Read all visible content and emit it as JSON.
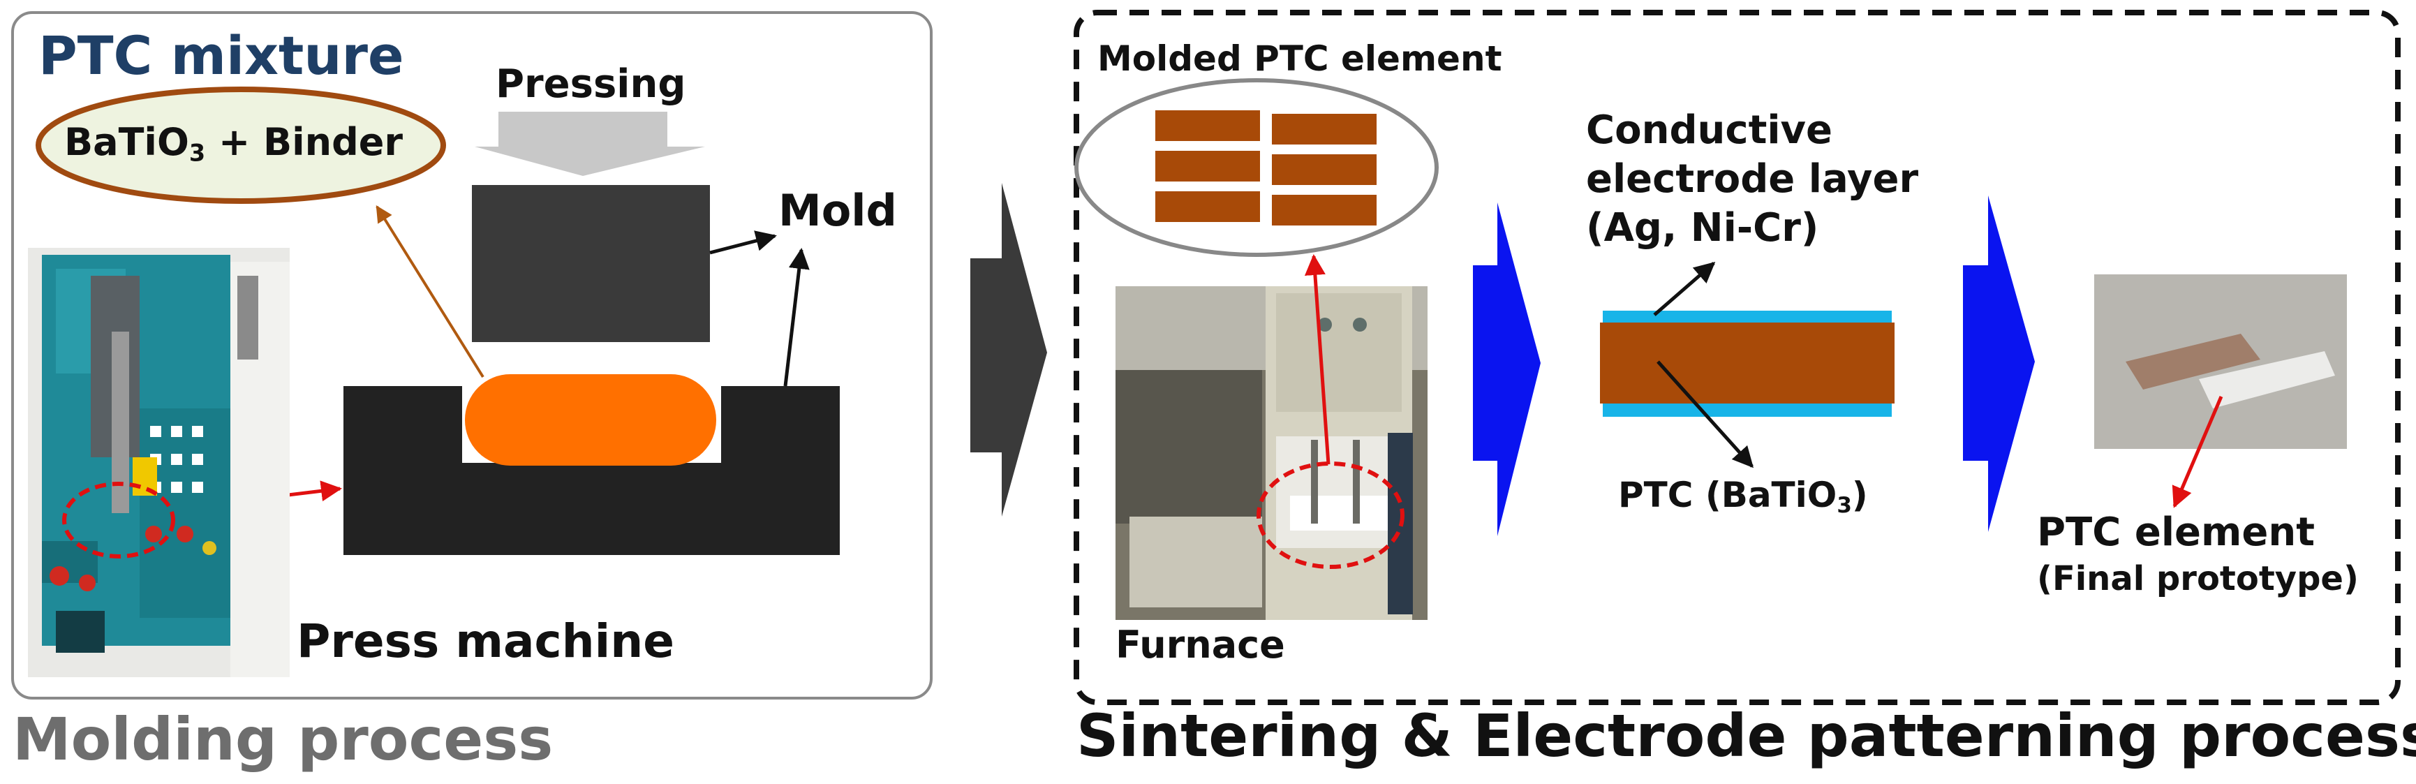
{
  "left_panel": {
    "title": "PTC mixture",
    "mixture_label_prefix": "BaTiO",
    "mixture_label_subscript": "3",
    "mixture_label_suffix": " + Binder",
    "pressing_label": "Pressing",
    "mold_label": "Mold",
    "press_machine_label": "Press machine",
    "caption": "Molding process"
  },
  "right_panel": {
    "molded_label": "Molded PTC element",
    "electrode_line1": "Conductive",
    "electrode_line2": "electrode layer",
    "electrode_line3": "(Ag, Ni-Cr)",
    "ptc_label_prefix": "PTC (BaTiO",
    "ptc_label_subscript": "3",
    "ptc_label_suffix": ")",
    "furnace_label": "Furnace",
    "element_label_line1": "PTC element",
    "element_label_line2": "(Final prototype)",
    "caption": "Sintering & Electrode patterning process"
  },
  "colors": {
    "title_blue": "#1f3f66",
    "mixture_orange": "#ff7000",
    "ptc_brown": "#a84a08",
    "electrode_cyan": "#18b4e8",
    "flow_arrow_blue": "#0a14f0",
    "flow_arrow_dark": "#3a3a3a",
    "caption_gray": "#6e6e6e",
    "mold_black": "#222222",
    "annotation_red": "#e01010"
  },
  "icons": {
    "flow_arrow": "chevron-arrow-icon",
    "pressing_arrow": "down-arrow-icon"
  }
}
